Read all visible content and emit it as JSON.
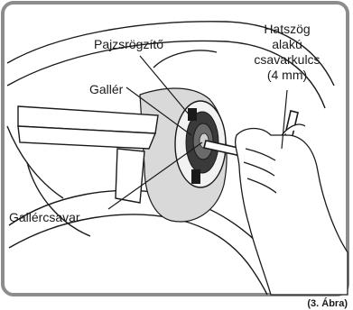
{
  "figure": {
    "labels": {
      "shield_lock": "Pajzsrögzítő",
      "collar": "Gallér",
      "collar_screw": "Gallércsavar",
      "hex_key_line1": "Hatszög",
      "hex_key_line2": "alakú",
      "hex_key_line3": "csavarkulcs",
      "hex_key_line4": "(4 mm)"
    },
    "caption": "(3. Ábra)"
  },
  "colors": {
    "frame": "#8c8c8c",
    "line": "#1a1a1a",
    "shield_tint": "#d9d9d9",
    "mount_dark": "#3a3a3a",
    "background": "#ffffff"
  }
}
